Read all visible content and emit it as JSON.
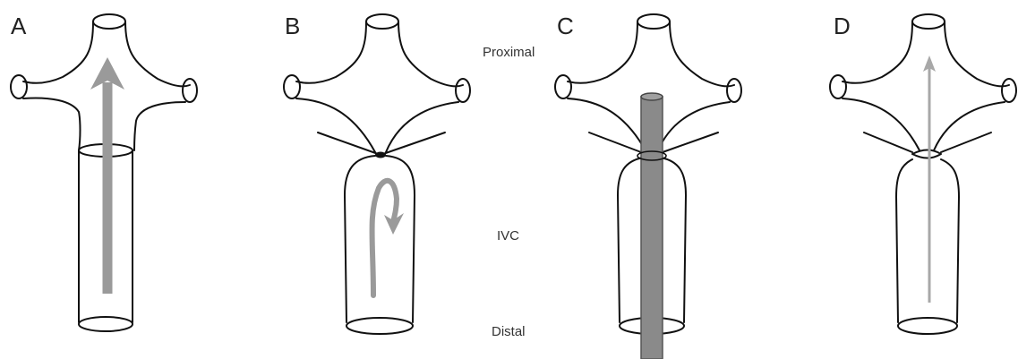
{
  "panels": [
    {
      "label": "A",
      "description_key": "antegrade"
    },
    {
      "label": "B",
      "description_key": "occluded"
    },
    {
      "label": "C",
      "description_key": "catheter"
    },
    {
      "label": "D",
      "description_key": "recanalized"
    }
  ],
  "labels": {
    "proximal": "Proximal",
    "ivc": "IVC",
    "distal": "Distal"
  },
  "colors": {
    "outline": "#111111",
    "arrow_gray": "#9a9a9a",
    "arrow_light": "#a8a8a8",
    "catheter_fill": "#8a8a8a",
    "catheter_stroke": "#555555"
  }
}
